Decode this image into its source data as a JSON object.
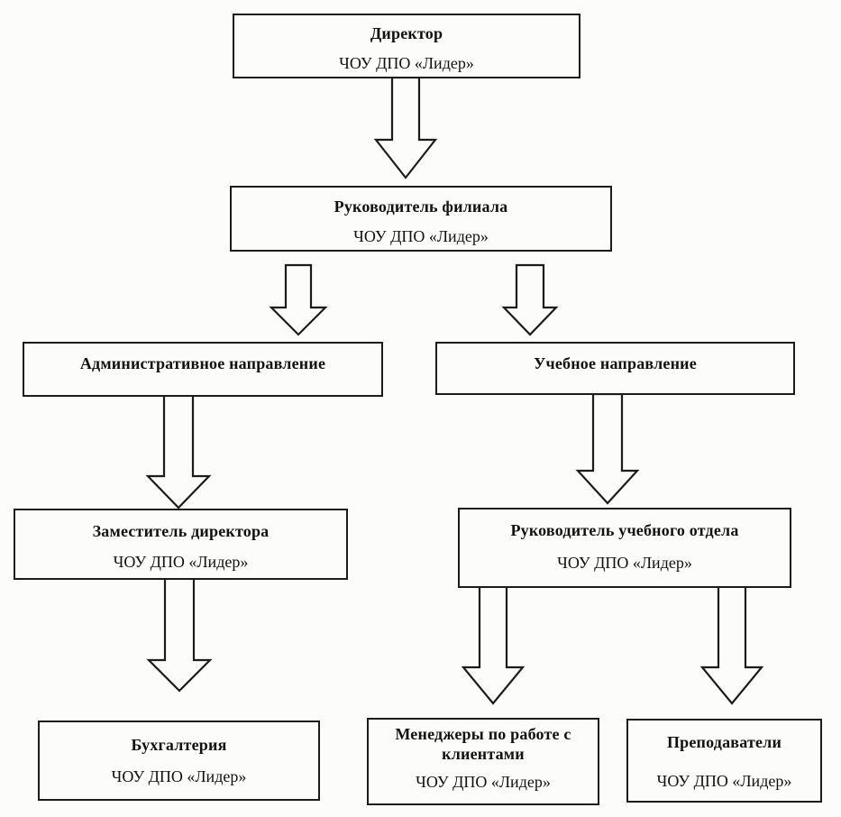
{
  "diagram": {
    "type": "org-chart",
    "organization": "ЧОУ ДПО «Лидер»",
    "colors": {
      "background": "#fcfcfa",
      "border": "#1c1c1c",
      "text": "#111111",
      "arrow_fill": "#fcfcfa"
    },
    "nodes": [
      {
        "id": "director",
        "title": "Директор",
        "subtitle": "ЧОУ ДПО «Лидер»"
      },
      {
        "id": "branch-head",
        "title": "Руководитель филиала",
        "subtitle": "ЧОУ ДПО «Лидер»"
      },
      {
        "id": "admin-direction",
        "title": "Административное направление",
        "subtitle": ""
      },
      {
        "id": "edu-direction",
        "title": "Учебное направление",
        "subtitle": ""
      },
      {
        "id": "deputy-director",
        "title": "Заместитель директора",
        "subtitle": "ЧОУ ДПО «Лидер»"
      },
      {
        "id": "edu-dept-head",
        "title": "Руководитель учебного отдела",
        "subtitle": "ЧОУ ДПО «Лидер»"
      },
      {
        "id": "accounting",
        "title": "Бухгалтерия",
        "subtitle": "ЧОУ ДПО «Лидер»"
      },
      {
        "id": "client-managers",
        "title": "Менеджеры по работе с клиентами",
        "subtitle": "ЧОУ ДПО «Лидер»"
      },
      {
        "id": "teachers",
        "title": "Преподаватели",
        "subtitle": "ЧОУ ДПО «Лидер»"
      }
    ],
    "edges": [
      {
        "from": "director",
        "to": "branch-head"
      },
      {
        "from": "branch-head",
        "to": "admin-direction"
      },
      {
        "from": "branch-head",
        "to": "edu-direction"
      },
      {
        "from": "admin-direction",
        "to": "deputy-director"
      },
      {
        "from": "edu-direction",
        "to": "edu-dept-head"
      },
      {
        "from": "deputy-director",
        "to": "accounting"
      },
      {
        "from": "edu-dept-head",
        "to": "client-managers"
      },
      {
        "from": "edu-dept-head",
        "to": "teachers"
      }
    ]
  }
}
